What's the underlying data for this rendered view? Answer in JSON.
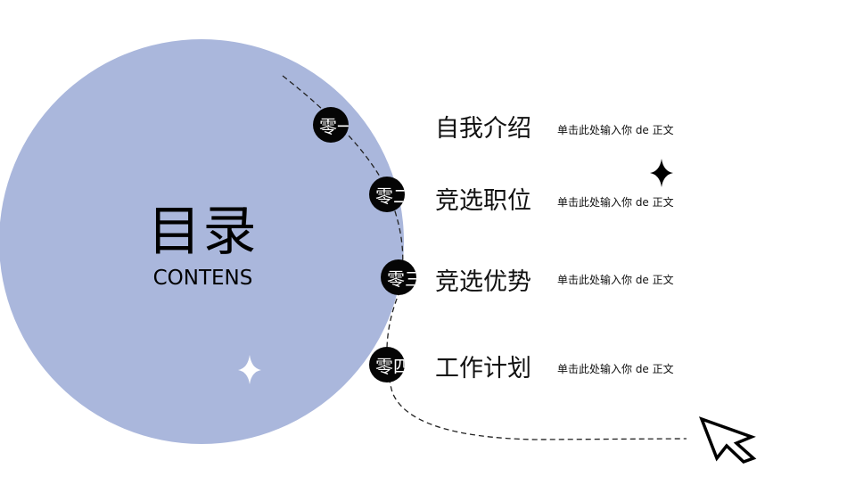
{
  "colors": {
    "circle_fill": "#aab7dc",
    "badge_fill": "#050505",
    "star_dark": "#000000",
    "star_light": "#ffffff"
  },
  "title": {
    "main": "目录",
    "sub": "CONTENS"
  },
  "items": [
    {
      "number": "零一",
      "title": "自我介绍",
      "desc": "单击此处输入你 de 正文"
    },
    {
      "number": "零二",
      "title": "竞选职位",
      "desc": "单击此处输入你 de 正文"
    },
    {
      "number": "零三",
      "title": "竞选优势",
      "desc": "单击此处输入你 de 正文"
    },
    {
      "number": "零四",
      "title": "工作计划",
      "desc": "单击此处输入你 de 正文"
    }
  ],
  "icons": {
    "sparkle": "four-point-star-icon",
    "cursor": "mouse-pointer-arrow-icon"
  }
}
